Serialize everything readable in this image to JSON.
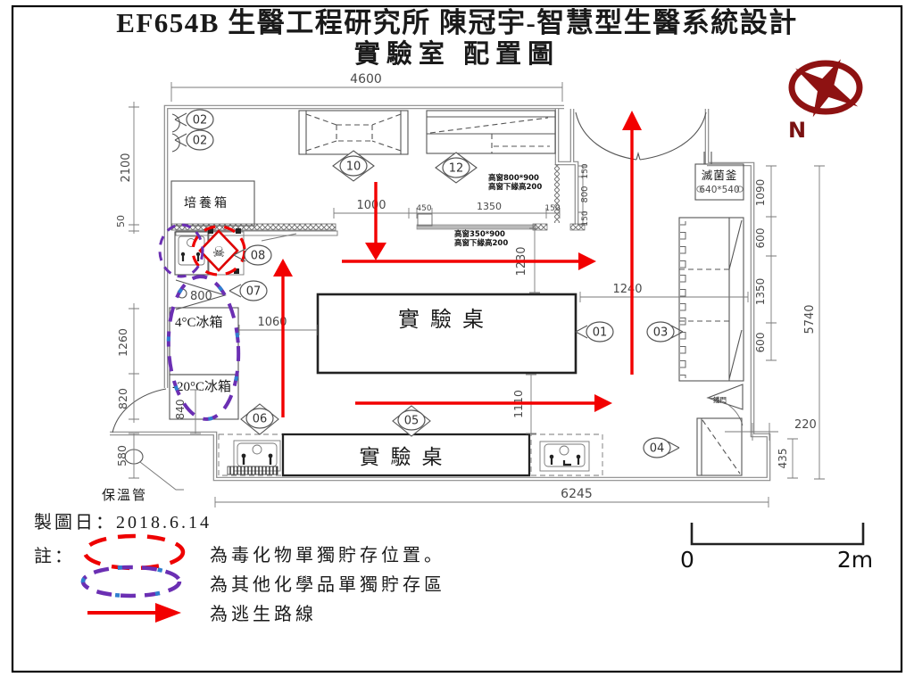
{
  "title": {
    "line1": "EF654B 生醫工程研究所 陳冠宇-智慧型生醫系統設計",
    "line2": "實驗室 配置圖"
  },
  "compass": {
    "label": "N"
  },
  "plan": {
    "labels": {
      "incubator": "培養箱",
      "fridge_4c": "4°C冰箱",
      "fridge_m20c": "-20°C冰箱",
      "bench": "實驗桌",
      "autoclave_name": "滅菌釜",
      "autoclave_size": "640*540",
      "insulated_pipe": "保溫管",
      "iron_door": "鐵門",
      "toxic_symbol": "☠"
    },
    "windows": {
      "w1_size": "高窗800*900",
      "w1_sill": "高窗下緣高200",
      "w2_size": "高窗350*900",
      "w2_sill": "高窗下緣高200"
    },
    "tags": {
      "t01": "01",
      "t02": "02",
      "t03": "03",
      "t04": "04",
      "t05": "05",
      "t06": "06",
      "t07": "07",
      "t08": "08",
      "t10": "10",
      "t12": "12"
    },
    "dims": {
      "top_4600": "4600",
      "left_2100": "2100",
      "band_50": "50",
      "in_1000": "1000",
      "in_450": "450",
      "in_1350": "1350",
      "in_150": "150",
      "al_800": "800",
      "v_1230": "1230",
      "h_1240": "1240",
      "r_1090": "1090",
      "r_600": "600",
      "r_1350": "1350",
      "r_5740": "5740",
      "r_220": "220",
      "r_435": "435",
      "v_1110": "1110",
      "h_1060": "1060",
      "door_800": "800",
      "l_1260": "1260",
      "l_820": "820",
      "l_840": "840",
      "l_580": "580",
      "bottom_6245": "6245"
    }
  },
  "legend": {
    "date": "製圖日：2018.6.14",
    "note": "註：",
    "toxic": "為毒化物單獨貯存位置。",
    "chemical": "為其他化學品單獨貯存區",
    "escape": "為逃生路線"
  },
  "scalebar": {
    "zero": "0",
    "max": "2m"
  },
  "colors": {
    "escape_red": "#f20000",
    "toxic_red": "#dd0000",
    "chem_purple": "#6b2fb3",
    "chem_blue": "#2f7fd0",
    "compass_red": "#8e1212",
    "line_gray": "#555555"
  }
}
